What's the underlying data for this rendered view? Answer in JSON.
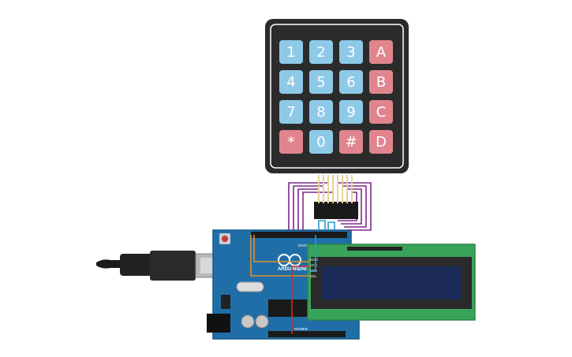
{
  "keypad": {
    "keys": [
      [
        "1",
        "2",
        "3",
        "A"
      ],
      [
        "4",
        "5",
        "6",
        "B"
      ],
      [
        "7",
        "8",
        "9",
        "C"
      ],
      [
        "*",
        "0",
        "#",
        "D"
      ]
    ],
    "colors": {
      "body": "#2b2b2b",
      "number_key": "#8ec9e8",
      "function_key": "#e0858e"
    }
  },
  "arduino": {
    "brand": "ARDUINO",
    "model": "UNO",
    "digital_label": "DIGITAL",
    "power_label": "POWER",
    "colors": {
      "board": "#1f6ea8",
      "header": "#1a1a1a"
    }
  },
  "lcd_module": {
    "pin_labels": [
      "GND",
      "VCC",
      "SDA",
      "SCL"
    ],
    "colors": {
      "pcb": "#3aa35a",
      "screen": "#1b2a57"
    }
  },
  "wires": {
    "colors": {
      "keypad": "#7b2a8c",
      "i2c": "#2a9ad0",
      "power": "#e0902a",
      "vcc": "#d22a2a"
    }
  }
}
